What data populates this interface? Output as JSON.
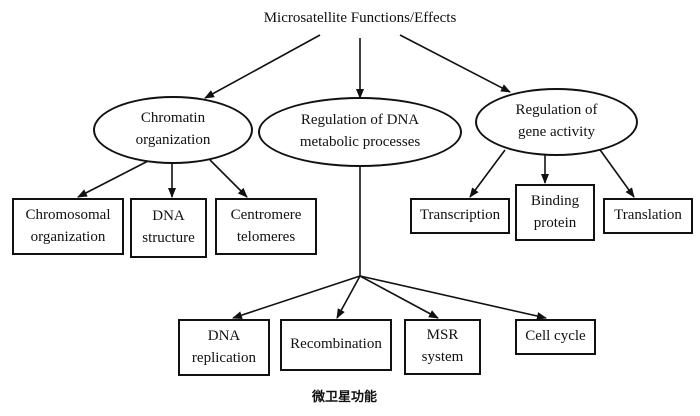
{
  "diagram": {
    "root": "Microsatellite Functions/Effects",
    "categories": {
      "chromatin": "Chromatin\norganization",
      "dna_metabolic": "Regulation of DNA\nmetabolic processes",
      "gene_activity": "Regulation of\ngene activity"
    },
    "leaves": {
      "chromosomal": "Chromosomal\norganization",
      "dna_structure": "DNA\nstructure",
      "centromere": "Centromere\ntelomeres",
      "transcription": "Transcription",
      "binding_protein": "Binding\nprotein",
      "translation": "Translation",
      "dna_replication": "DNA\nreplication",
      "recombination": "Recombination",
      "msr_system": "MSR\nsystem",
      "cell_cycle": "Cell cycle"
    },
    "caption": "微卫星功能"
  }
}
